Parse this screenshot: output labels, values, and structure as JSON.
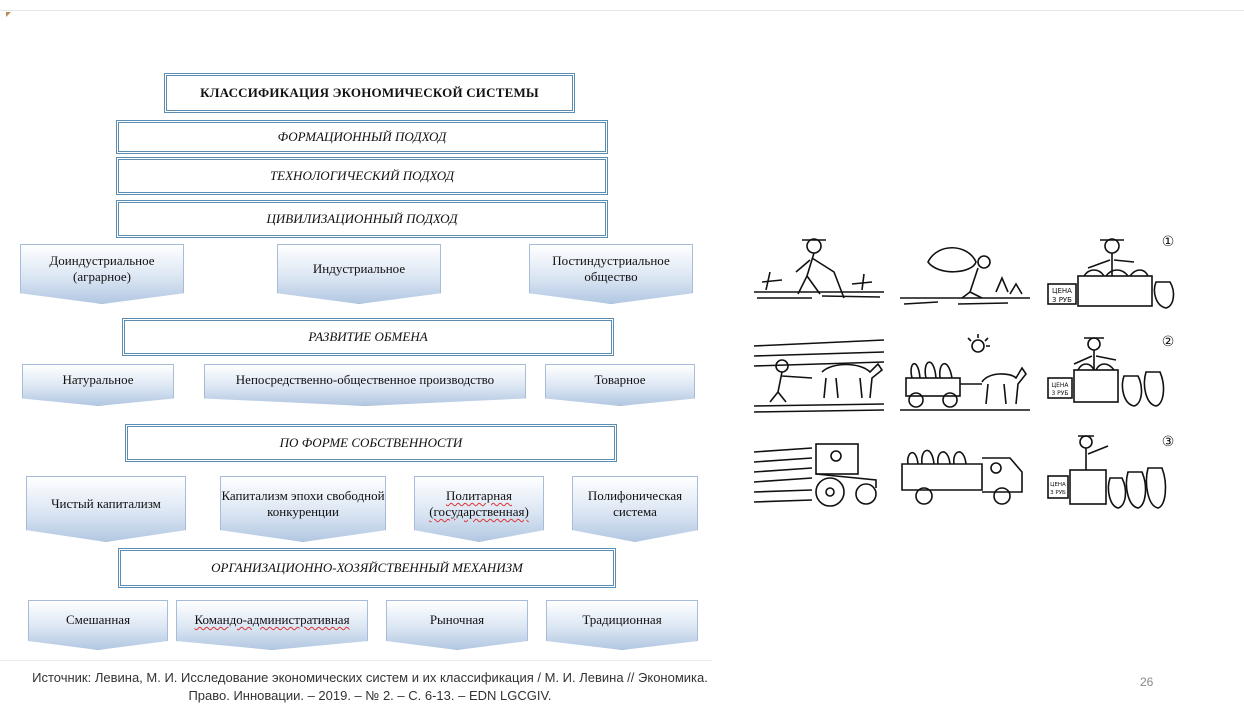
{
  "title": "КЛАССИФИКАЦИЯ ЭКОНОМИЧЕСКОЙ СИСТЕМЫ",
  "approaches": [
    "ФОРМАЦИОННЫЙ ПОДХОД",
    "ТЕХНОЛОГИЧЕСКИЙ ПОДХОД",
    "ЦИВИЛИЗАЦИОННЫЙ ПОДХОД"
  ],
  "stages": {
    "items": [
      "Доиндустриальное (аграрное)",
      "Индустриальное",
      "Постиндустриальное общество"
    ]
  },
  "exchange": {
    "header": "РАЗВИТИЕ ОБМЕНА",
    "items": [
      "Натуральное",
      "Непосредственно-общественное производство",
      "Товарное"
    ]
  },
  "ownership": {
    "header": "ПО ФОРМЕ СОБСТВЕННОСТИ",
    "items": [
      "Чистый капитализм",
      "Капитализм эпохи свободной конкуренции",
      "Политарная (государственная)",
      "Полифоническая система"
    ]
  },
  "mechanism": {
    "header": "ОРГАНИЗАЦИОННО-ХОЗЯЙСТВЕННЫЙ МЕХАНИЗМ",
    "items": [
      "Смешанная",
      "Командо-административная",
      "Рыночная",
      "Традиционная"
    ]
  },
  "illustration": {
    "row_markers": [
      "①",
      "②",
      "③"
    ],
    "price_tag": [
      "ЦЕНА",
      "3 РУБ"
    ]
  },
  "source": "Источник: Левина, М. И. Исследование экономических систем и их классификация / М. И. Левина // Экономика. Право. Инновации. – 2019. – № 2. – С. 6-13. – EDN LGCGIV.",
  "page_number": "26"
}
